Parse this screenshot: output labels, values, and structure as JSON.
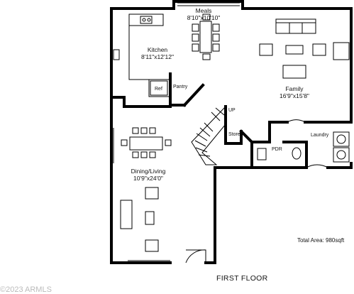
{
  "plan": {
    "title": "FIRST FLOOR",
    "total_area": "Total Area: 980sqft",
    "copyright": "©2023 ARMLS",
    "rooms": [
      {
        "id": "meals",
        "name": "Meals",
        "dims": "8'10\"x10'10\""
      },
      {
        "id": "kitchen",
        "name": "Kitchen",
        "dims": "8'11\"x12'12\""
      },
      {
        "id": "family",
        "name": "Family",
        "dims": "16'9\"x15'8\""
      },
      {
        "id": "dining",
        "name": "Dining/Living",
        "dims": "10'9\"x24'0\""
      },
      {
        "id": "pantry",
        "name": "Pantry"
      },
      {
        "id": "ref",
        "name": "Ref"
      },
      {
        "id": "store",
        "name": "Store"
      },
      {
        "id": "laundry",
        "name": "Laundry"
      },
      {
        "id": "pdr",
        "name": "PDR"
      }
    ],
    "stair_label": "UP"
  }
}
